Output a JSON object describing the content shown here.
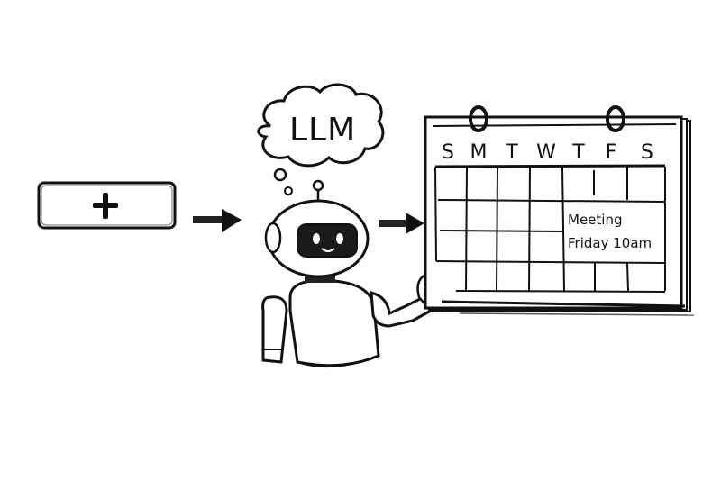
{
  "diagram": {
    "input_button": {
      "label": "+",
      "icon": "plus-icon"
    },
    "arrows": [
      {
        "from": "input-button",
        "to": "robot"
      },
      {
        "from": "robot",
        "to": "calendar"
      }
    ],
    "thought_bubble": {
      "label": "LLM"
    },
    "robot": {
      "description": "friendly robot pointing to calendar"
    },
    "calendar": {
      "days": [
        "S",
        "M",
        "T",
        "W",
        "T",
        "F",
        "S"
      ],
      "rows": 4,
      "event": {
        "line1": "Meeting",
        "line2": "Friday 10am"
      }
    }
  },
  "colors": {
    "ink": "#111111",
    "background": "#ffffff"
  }
}
